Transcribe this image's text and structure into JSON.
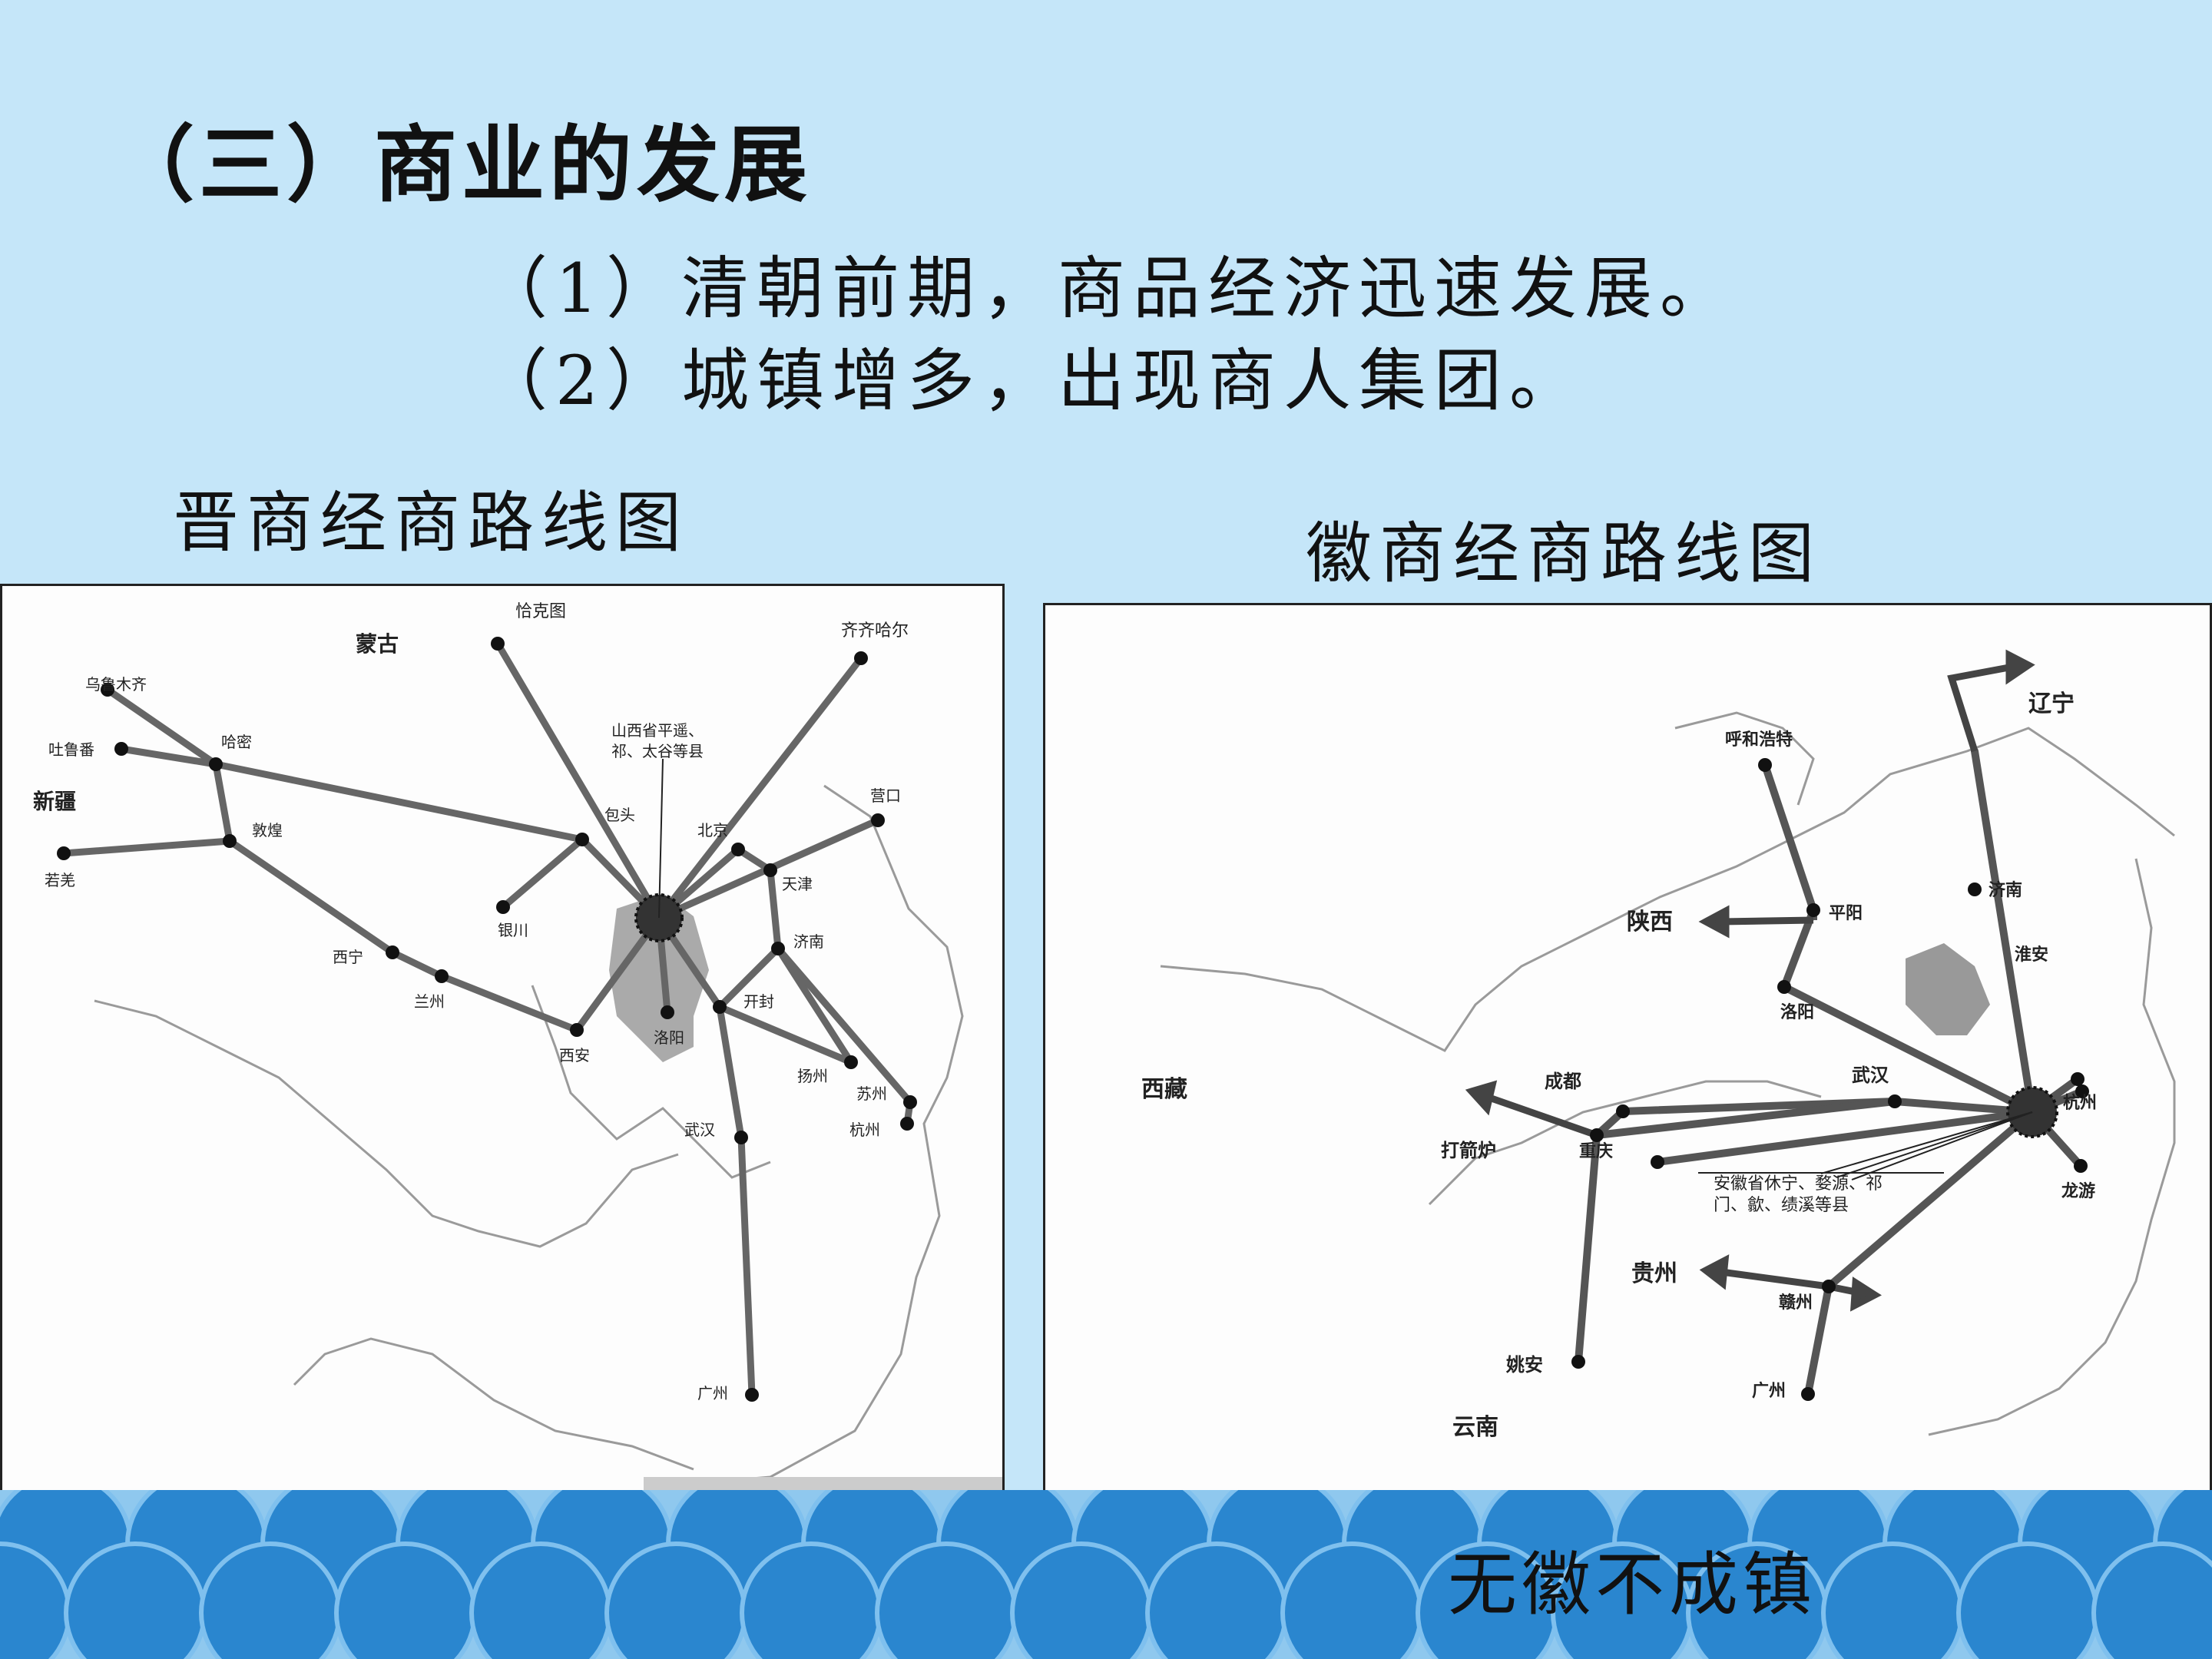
{
  "slide": {
    "title": "（三）商业的发展",
    "points": [
      "（1）清朝前期，商品经济迅速发展。",
      "（2）城镇增多，出现商人集团。"
    ]
  },
  "jin_map": {
    "caption": "晋商经商路线图",
    "labels": {
      "mongolia": "蒙古",
      "xinjiang": "新疆",
      "qiaketu": "恰克图",
      "qiqihaer": "齐齐哈尔",
      "urumqi": "乌鲁木齐",
      "turpan": "吐鲁番",
      "hami": "哈密",
      "dunhuang": "敦煌",
      "ruoqiang": "若羌",
      "origin_line1": "山西省平遥、",
      "origin_line2": "祁、太谷等县",
      "baotou": "包头",
      "beijing": "北京",
      "yingkou": "营口",
      "tianjin": "天津",
      "yinchuan": "银川",
      "xining": "西宁",
      "lanzhou": "兰州",
      "jinan": "济南",
      "kaifeng": "开封",
      "xian": "西安",
      "luoyang": "洛阳",
      "yangzhou": "扬州",
      "suzhou": "苏州",
      "hangzhou": "杭州",
      "wuhan": "武汉",
      "guangzhou": "广州"
    }
  },
  "hui_map": {
    "caption": "徽商经商路线图",
    "labels": {
      "liaoning": "辽宁",
      "huhehaote": "呼和浩特",
      "jinan": "济南",
      "shaanxi": "陕西",
      "pingyang": "平阳",
      "huaian": "淮安",
      "luoyang": "洛阳",
      "xizang": "西藏",
      "chengdu": "成都",
      "wuhan": "武汉",
      "hangzhou": "杭州",
      "dajianlu": "打箭炉",
      "chongqing": "重庆",
      "origin_line1": "安徽省休宁、婺源、祁",
      "origin_line2": "门、歙、绩溪等县",
      "longyou": "龙游",
      "guizhou": "贵州",
      "ganzhou": "赣州",
      "yaoan": "姚安",
      "guangzhou": "广州",
      "yunnan": "云南"
    }
  },
  "slogan": "无徽不成镇"
}
